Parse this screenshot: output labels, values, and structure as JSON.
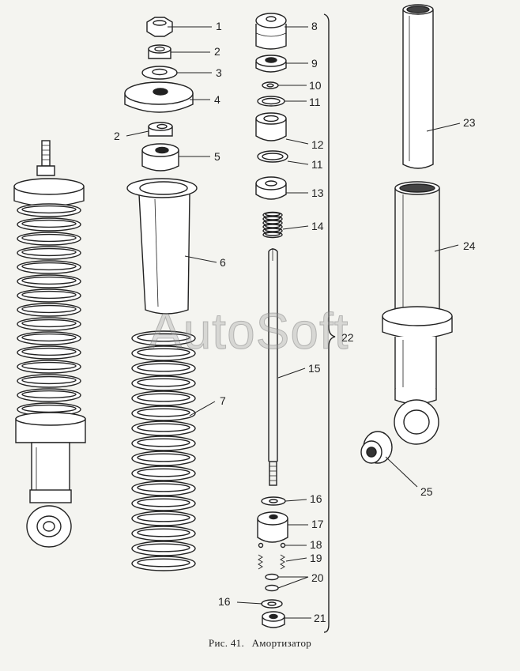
{
  "caption": {
    "figure": "Рис. 41.",
    "title": "Амортизатор"
  },
  "watermark": "AutoSoft",
  "callouts": {
    "c1": "1",
    "c2a": "2",
    "c2b": "2",
    "c3": "3",
    "c4": "4",
    "c5": "5",
    "c6": "6",
    "c7": "7",
    "c8": "8",
    "c9": "9",
    "c10": "10",
    "c11a": "11",
    "c11b": "11",
    "c12": "12",
    "c13": "13",
    "c14": "14",
    "c15": "15",
    "c16a": "16",
    "c16b": "16",
    "c17": "17",
    "c18": "18",
    "c19": "19",
    "c20": "20",
    "c21": "21",
    "c22": "22",
    "c23": "23",
    "c24": "24",
    "c25": "25"
  },
  "colors": {
    "ink": "#222222",
    "paper": "#f4f4f0"
  }
}
